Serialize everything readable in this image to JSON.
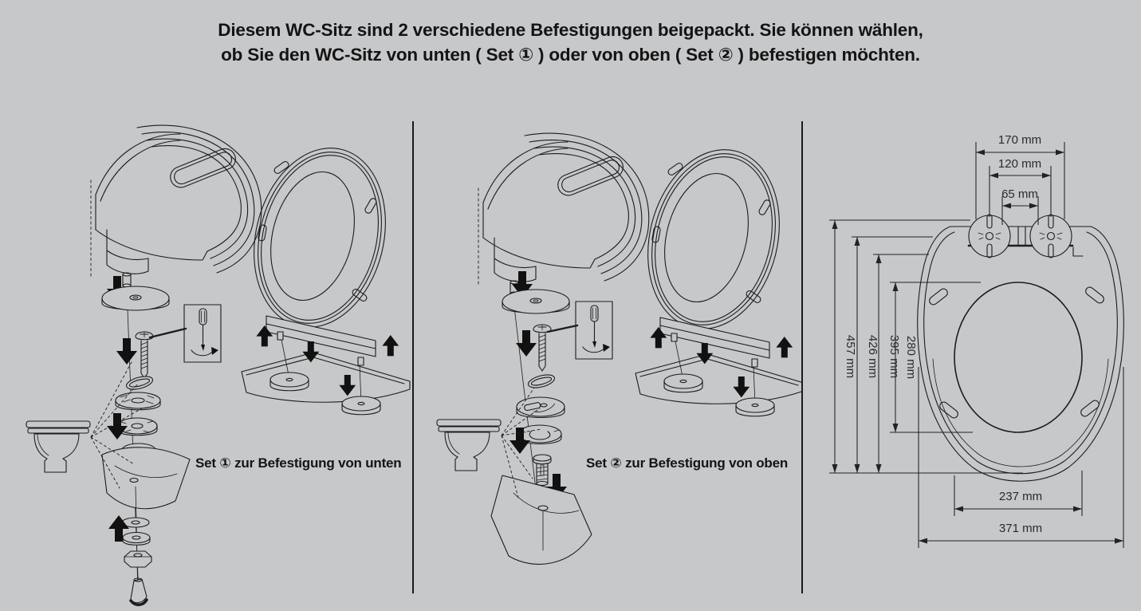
{
  "header": {
    "line1": "Diesem WC-Sitz sind 2 verschiedene Befestigungen beigepackt. Sie können wählen,",
    "line2": "ob Sie den WC-Sitz von unten ( Set ① ) oder von oben ( Set ② ) befestigen möchten."
  },
  "set1": {
    "caption": "Set ① zur Befestigung von unten"
  },
  "set2": {
    "caption": "Set ② zur Befestigung von oben"
  },
  "dimensions": {
    "hinge_outer_width": "170 mm",
    "hinge_center_width": "120 mm",
    "hinge_inner_width": "65 mm",
    "total_length": "457 mm",
    "seat_length": "426 mm",
    "ring_length": "395 mm",
    "opening_length": "280 mm",
    "opening_width": "237 mm",
    "seat_width": "371 mm"
  },
  "colors": {
    "background": "#c7c8ca",
    "line": "#1c1c1c",
    "arrow": "#111111"
  }
}
